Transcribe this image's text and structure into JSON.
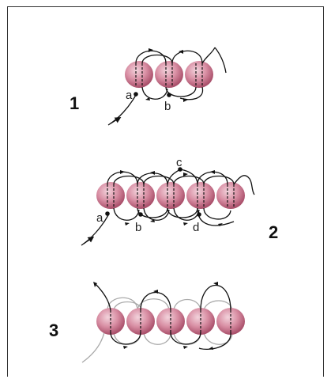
{
  "figures": [
    {
      "step": "1",
      "points": [
        "a",
        "b"
      ]
    },
    {
      "step": "2",
      "points": [
        "a",
        "b",
        "c",
        "d"
      ]
    },
    {
      "step": "3",
      "points": []
    }
  ],
  "colors": {
    "bead_light": "#f3d3dc",
    "bead_mid": "#d88ea3",
    "bead_dark": "#a94f6a",
    "thread": "#111111",
    "old_thread": "#aaaaaa"
  }
}
